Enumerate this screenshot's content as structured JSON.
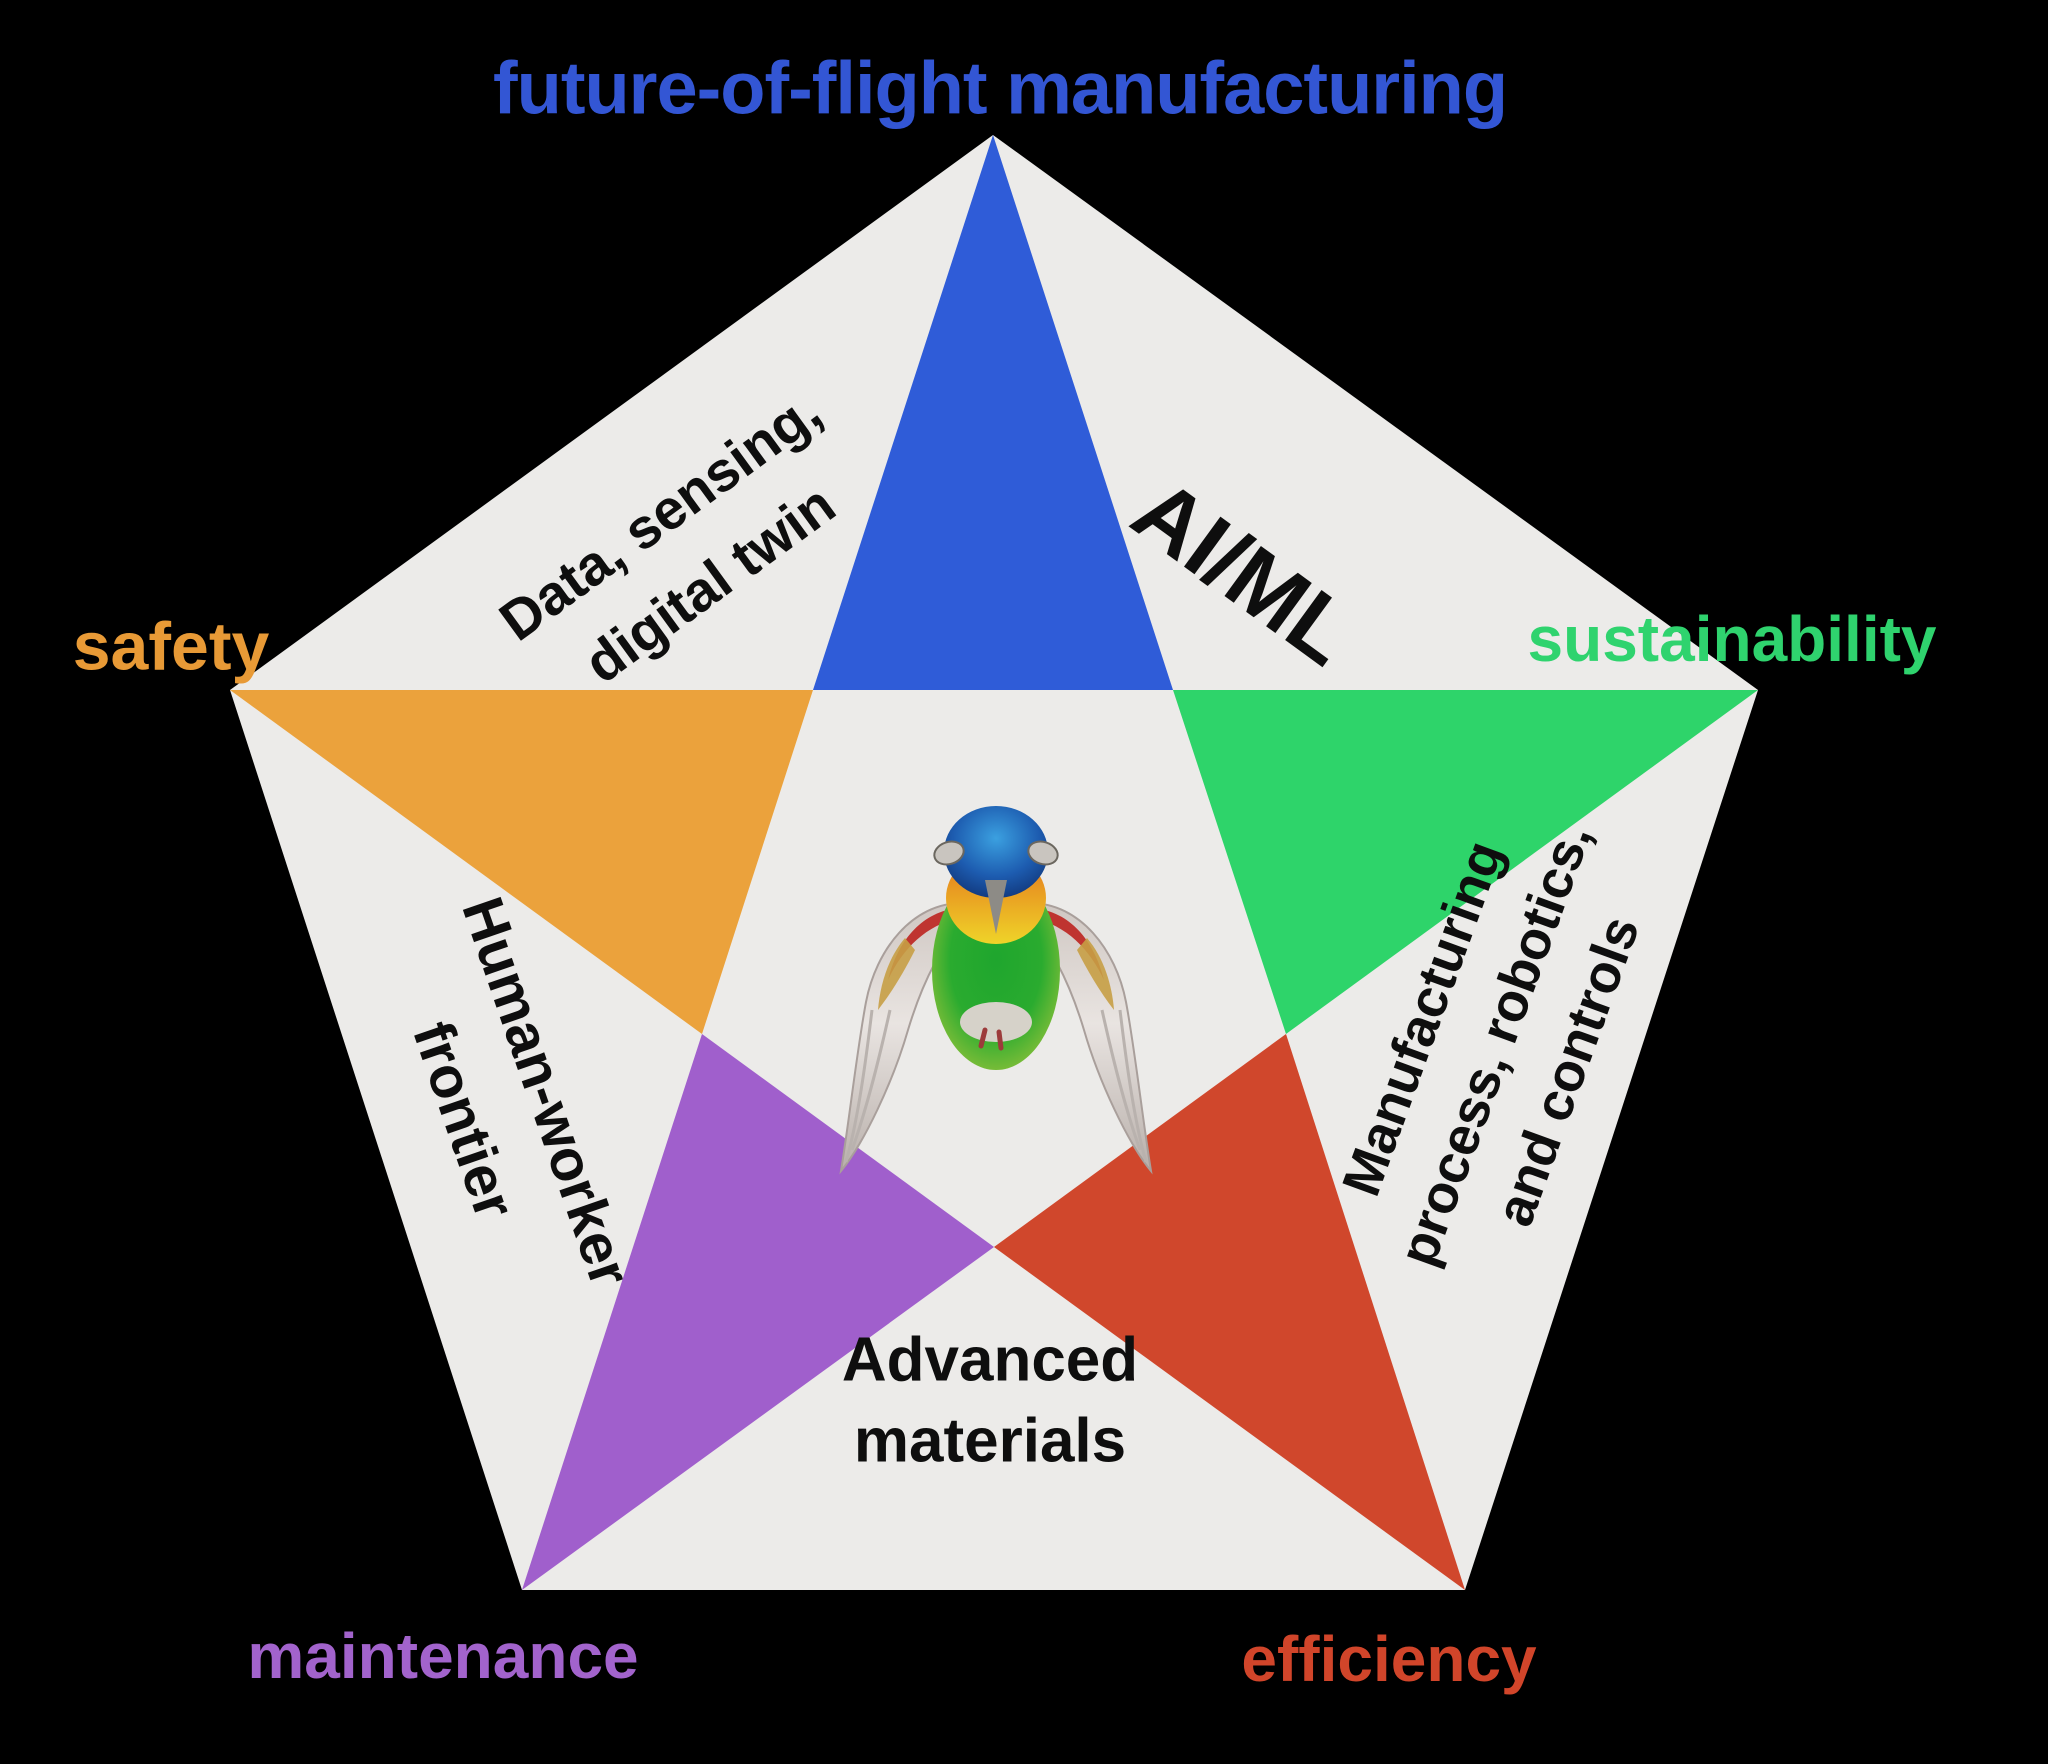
{
  "colors": {
    "background": "#000000",
    "pentagon": "#ECEBE9",
    "blue": "#2F5CD8",
    "orange": "#EBA23C",
    "green": "#2ED46A",
    "purple": "#A05FCC",
    "red": "#D0472C",
    "title_blue": "#3356D4",
    "safety_orange": "#E89A36",
    "sustainability_green": "#2FD36E",
    "maintenance_purple": "#A263CC",
    "efficiency_red": "#D1452A",
    "label_black": "#0E0E0E"
  },
  "title": {
    "text": "future-of-flight manufacturing"
  },
  "outer_labels": {
    "safety": "safety",
    "sustainability": "sustainability",
    "maintenance": "maintenance",
    "efficiency": "efficiency"
  },
  "wedge_labels": {
    "ai_ml": "AI/ML",
    "data_sensing": {
      "line1": "Data, sensing,",
      "line2": "digital twin"
    },
    "human_worker": {
      "line1": "Human-worker",
      "line2": "frontier"
    },
    "manufacturing": {
      "line1": "Manufacturing",
      "line2": "process, robotics,",
      "line3": "and controls"
    },
    "advanced_materials": {
      "line1": "Advanced",
      "line2": "materials"
    }
  },
  "center_icon": "hummingbird"
}
